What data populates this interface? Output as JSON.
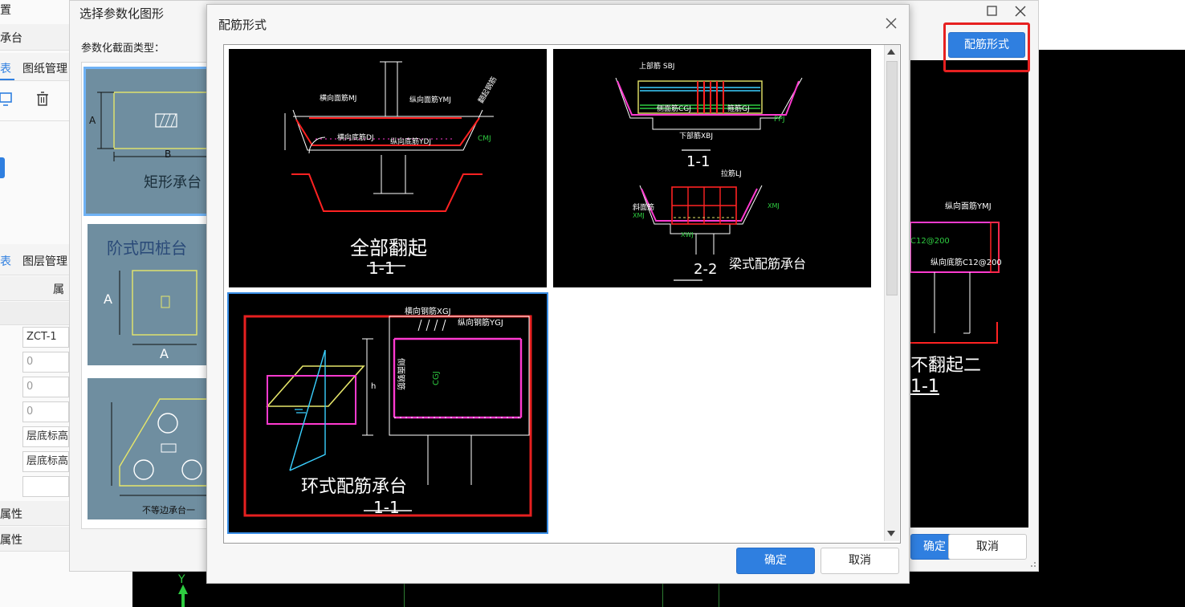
{
  "left_panel": {
    "top_label": "置",
    "section1": "承台",
    "tab_a": "表",
    "tab_drawings": "图纸管理",
    "tab_b": "表",
    "tab_layers": "图层管理",
    "col_header": "属",
    "prop_values": [
      "ZCT-1",
      "0",
      "0",
      "0",
      "层底标高",
      "层底标高",
      ""
    ],
    "attr1": "属性",
    "attr2": "属性"
  },
  "param_dialog": {
    "title": "选择参数化图形",
    "section_label": "参数化截面类型：",
    "thumbs": [
      {
        "name": "矩形承台",
        "dim_a": "A",
        "dim_b": "B"
      },
      {
        "name": "阶式四桩台",
        "dim_a": "A",
        "dim_b": "A"
      },
      {
        "name": "不等边承台一"
      }
    ],
    "rebar_button": "配筋形式",
    "preview_label_a": "纵向面筋YMJ",
    "preview_label_b": "纵向底筋C12@200",
    "preview_label_c": "C12@200",
    "preview_title": "不翻起二",
    "preview_section": "1-1",
    "ok_label": "确定",
    "cancel_label": "取消"
  },
  "rebar_dialog": {
    "title": "配筋形式",
    "ok_label": "确定",
    "cancel_label": "取消",
    "options": [
      {
        "title": "全部翻起",
        "section": "1-1",
        "labels": [
          "横向面筋MJ",
          "纵向面筋YMJ",
          "横向底筋DJ",
          "纵向底筋YDJ",
          "CMJ",
          "翻起钢筋"
        ]
      },
      {
        "title": "梁式配筋承台",
        "section1": "1-1",
        "section2": "2-2",
        "labels": [
          "上部筋 SBJ",
          "侧面筋CGJ",
          "箍筋GJ",
          "下部筋XBJ",
          "PPJ",
          "拉筋LJ",
          "斜面筋",
          "XMJ",
          "XMJ",
          "XWJ"
        ]
      },
      {
        "title": "环式配筋承台",
        "section": "1-1",
        "labels": [
          "横向钢筋XGJ",
          "纵向钢筋YGJ",
          "侧面钢筋",
          "CGJ",
          "h"
        ]
      }
    ]
  },
  "cad": {
    "axis_label": "Y"
  }
}
